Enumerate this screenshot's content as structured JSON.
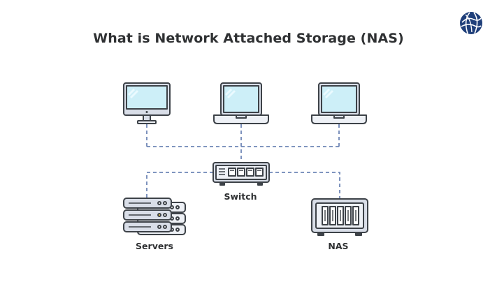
{
  "header": {
    "title": "What is Network Attached Storage (NAS)"
  },
  "nodes": {
    "switch_label": "Switch",
    "servers_label": "Servers",
    "nas_label": "NAS"
  },
  "icons": {
    "logo": "globe-logo-icon",
    "monitor": "desktop-monitor-icon",
    "laptop": "laptop-icon",
    "switch": "network-switch-icon",
    "servers": "server-rack-icon",
    "nas": "nas-device-icon"
  },
  "colors": {
    "outline": "#3d4248",
    "screen": "#cdeff8",
    "screen_accent": "#eafaff",
    "device_body": "#d9dee8",
    "device_light": "#eef1f6",
    "connector": "#6f86b6",
    "logo": "#1f3f7a",
    "text": "#2f3133"
  }
}
